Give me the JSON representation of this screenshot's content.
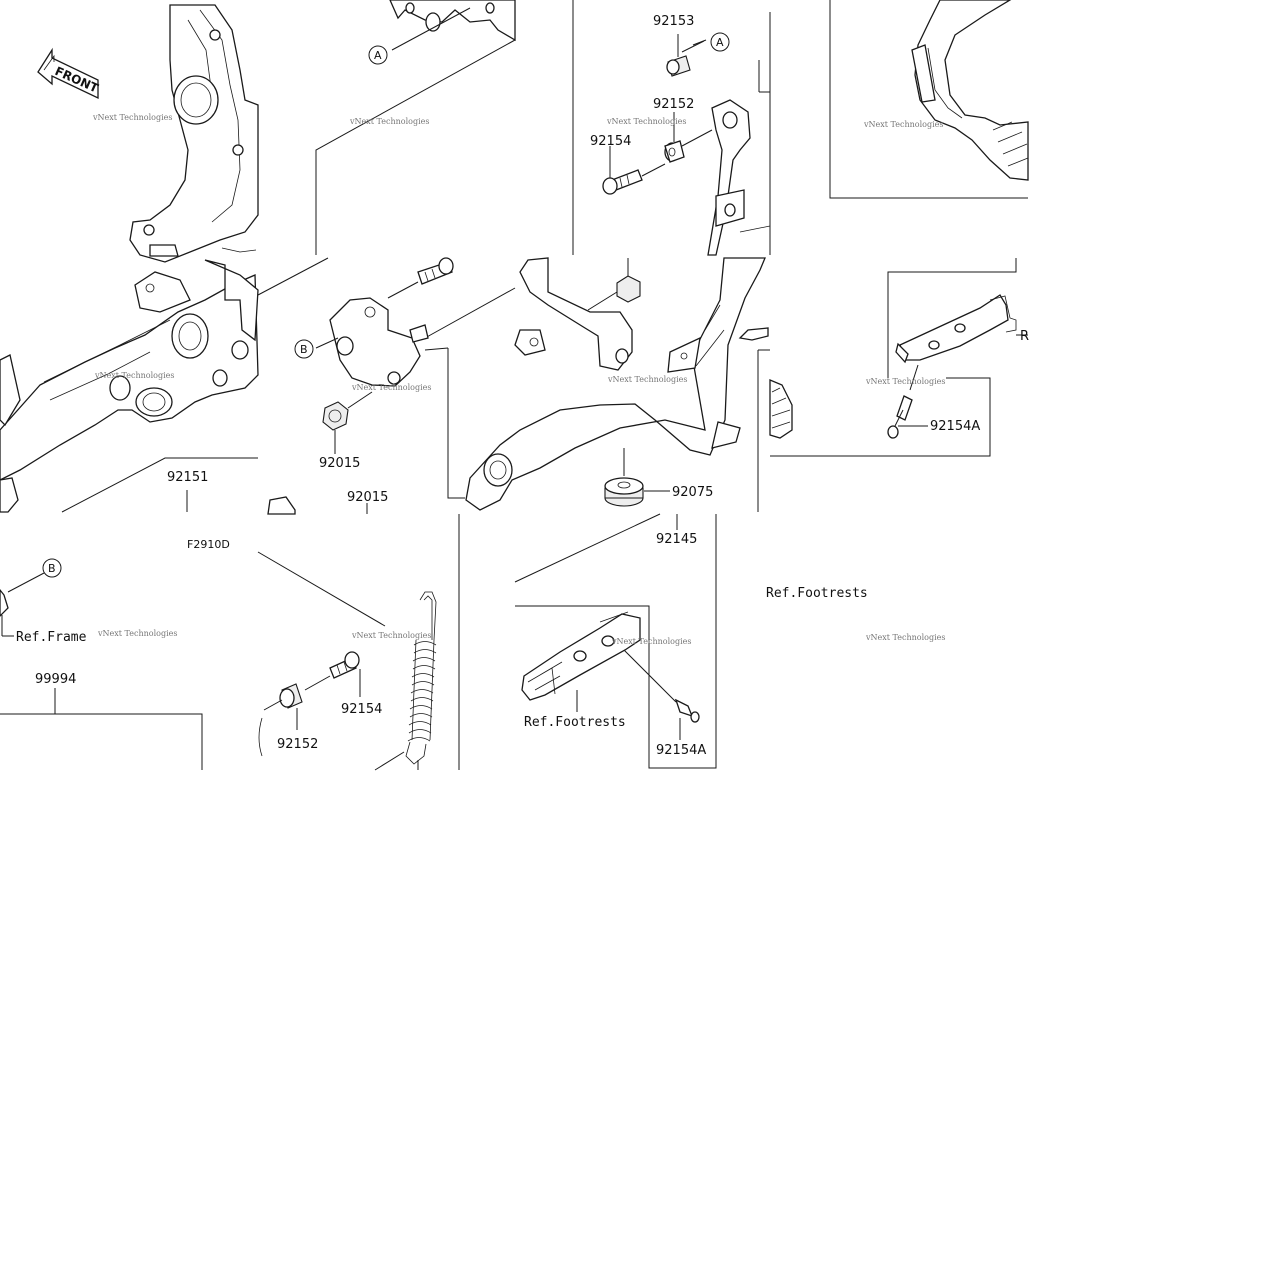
{
  "diagram": {
    "code": "F2910D",
    "front_label": "FRONT",
    "watermark": "vNext Technologies",
    "markers": {
      "a": "A",
      "b": "B"
    },
    "parts": {
      "p92153": "92153",
      "p92152_top": "92152",
      "p92154_top": "92154",
      "p92015_mid": "92015",
      "p92015_low": "92015",
      "p92151": "92151",
      "p92075": "92075",
      "p92145": "92145",
      "p92154a_right": "92154A",
      "p92154a_low": "92154A",
      "p92154_low": "92154",
      "p92152_low": "92152",
      "p99994": "99994"
    },
    "refs": {
      "ref_frame": "Ref.Frame",
      "ref_footrests_mid": "Ref.Footrests",
      "ref_footrests_right": "Ref.Footrests",
      "ref_r_cut": "R"
    }
  }
}
